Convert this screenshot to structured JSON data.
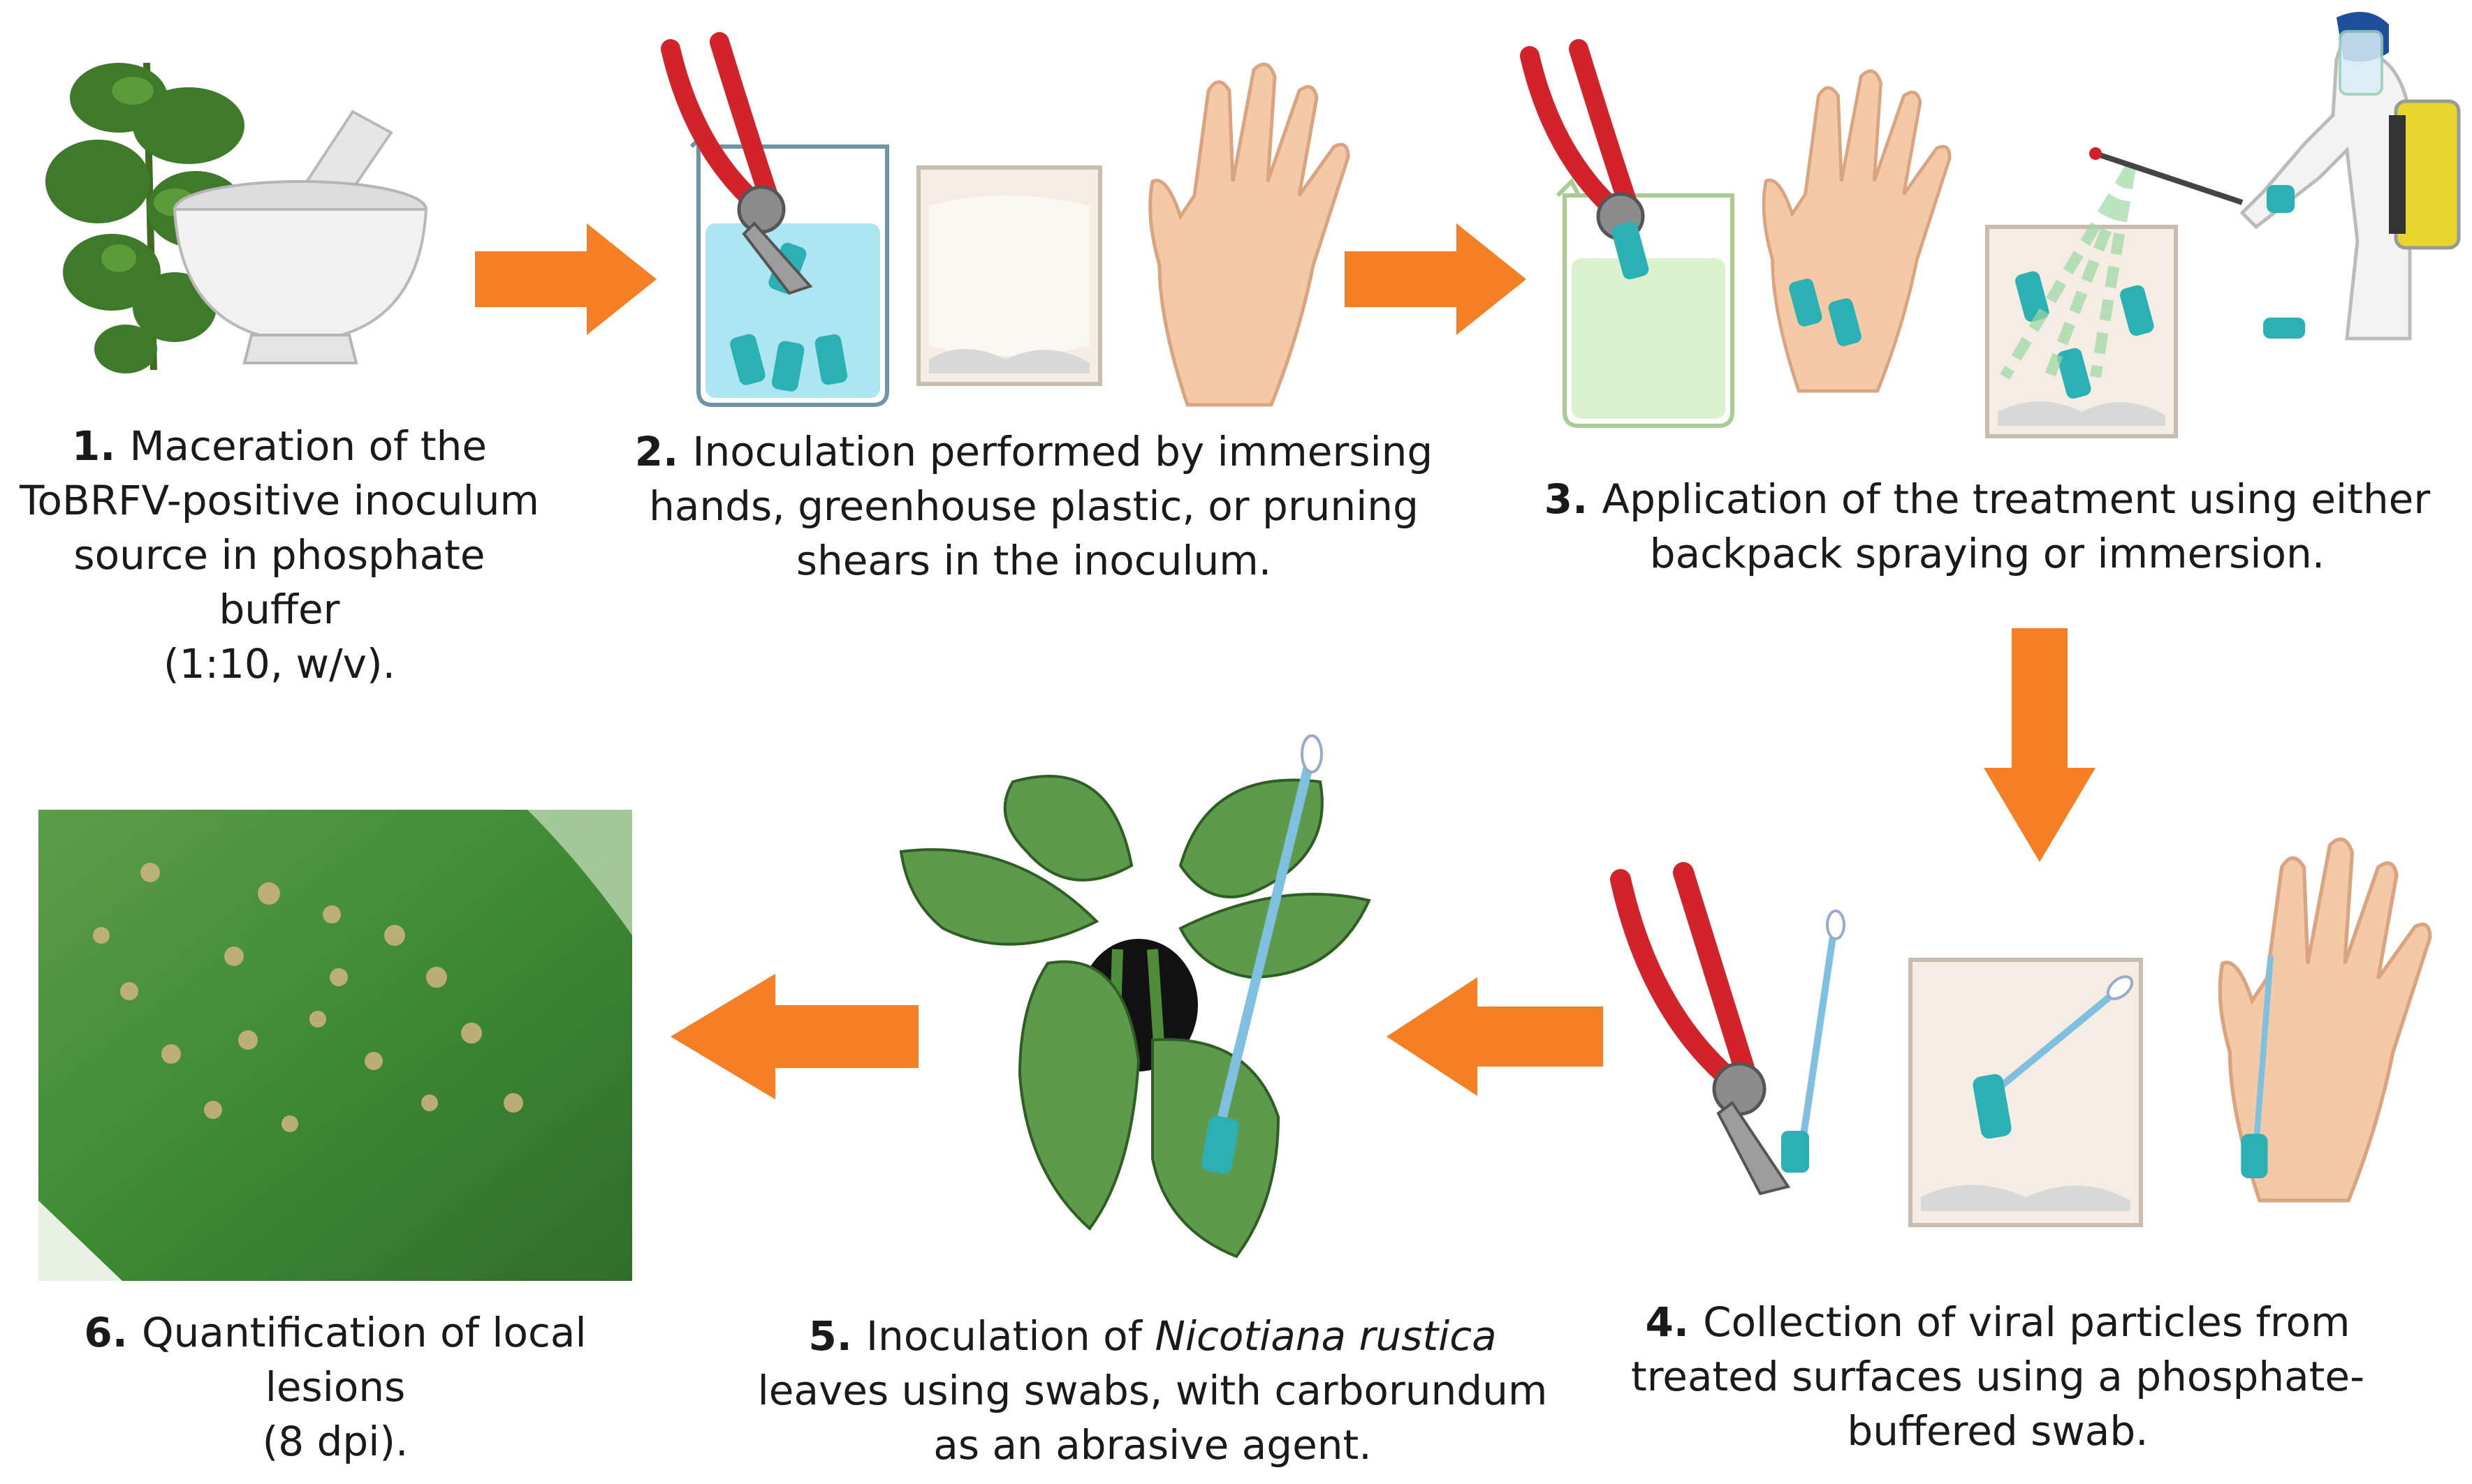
{
  "colors": {
    "arrow": "#f47f24",
    "liquid_blue": "#9fe1ef",
    "liquid_green": "#d8efc9",
    "swab": "#2bb0b3",
    "handle_red": "#d2222a",
    "skin": "#f3c9a6",
    "leaf": "#3c7d34"
  },
  "steps": [
    {
      "num": "1.",
      "lines": [
        "Maceration of the",
        "ToBRFV-positive inoculum",
        "source in phosphate buffer",
        "(1:10, w/v)."
      ]
    },
    {
      "num": "2.",
      "lines": [
        "Inoculation performed by immersing",
        "hands, greenhouse plastic, or pruning",
        "shears in the inoculum."
      ]
    },
    {
      "num": "3.",
      "lines": [
        "Application of the treatment using either",
        "backpack spraying or immersion."
      ]
    },
    {
      "num": "4.",
      "lines": [
        "Collection of viral particles from",
        "treated surfaces using a phosphate-",
        "buffered swab."
      ]
    },
    {
      "num": "5.",
      "pre": "Inoculation of ",
      "italic": "Nicotiana rustica",
      "lines": [
        "leaves using swabs, with carborundum",
        "as an abrasive agent."
      ]
    },
    {
      "num": "6.",
      "lines": [
        "Quantification of local lesions",
        "(8 dpi)."
      ]
    }
  ],
  "icons": [
    "mortar-and-pestle-icon",
    "tomato-leaf-icon",
    "beaker-icon",
    "pruning-shears-icon",
    "plastic-bag-icon",
    "hand-icon",
    "backpack-sprayer-worker-icon",
    "swab-icon",
    "potted-plant-icon",
    "leaf-lesions-photo"
  ]
}
